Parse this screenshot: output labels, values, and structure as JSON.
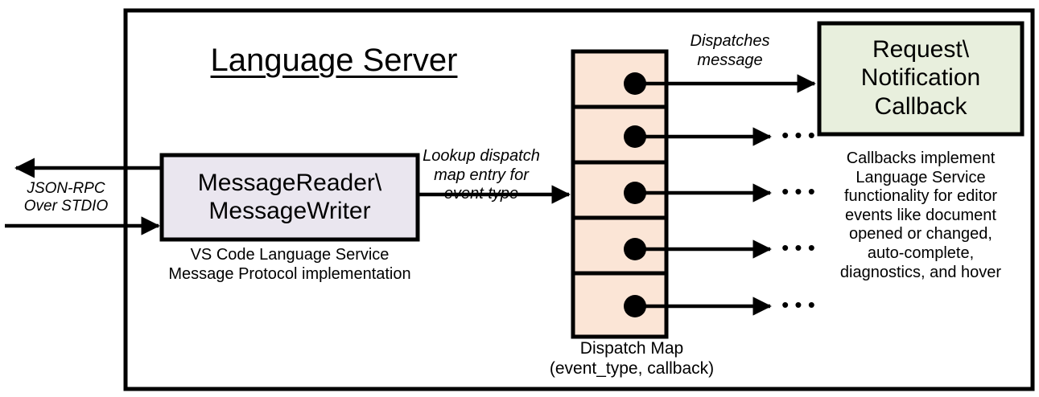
{
  "diagram": {
    "title": "Language Server",
    "outer_border_color": "#000000",
    "background": "#ffffff"
  },
  "nodes": {
    "message_reader": {
      "label": "MessageReader\\\nMessageWriter",
      "caption": "VS Code Language Service\nMessage Protocol implementation",
      "fill": "#EAE6EF",
      "stroke": "#000000"
    },
    "dispatch_map": {
      "caption": "Dispatch Map\n(event_type, callback)",
      "fill": "#FBE5D6",
      "stroke": "#000000",
      "row_count": 5,
      "rows": [
        {
          "index": 1,
          "marker": "callback-dot",
          "target": "request-notification-callback"
        },
        {
          "index": 2,
          "marker": "callback-dot",
          "target": "ellipsis"
        },
        {
          "index": 3,
          "marker": "callback-dot",
          "target": "ellipsis"
        },
        {
          "index": 4,
          "marker": "callback-dot",
          "target": "ellipsis"
        },
        {
          "index": 5,
          "marker": "callback-dot",
          "target": "ellipsis"
        }
      ],
      "ellipsis": "• • •"
    },
    "callback": {
      "label": "Request\\\nNotification\nCallback",
      "caption": "Callbacks implement\nLanguage Service\nfunctionality for editor\nevents like document\nopened or changed,\nauto-complete,\ndiagnostics, and hover",
      "fill": "#E8EFDD",
      "stroke": "#000000"
    }
  },
  "edges": {
    "json_rpc": {
      "label": "JSON-RPC\nOver STDIO",
      "style": "italic",
      "direction": "bidirectional"
    },
    "lookup": {
      "label": "Lookup dispatch\nmap entry for\nevent type",
      "style": "italic",
      "direction": "right"
    },
    "dispatches": {
      "label": "Dispatches\nmessage",
      "style": "italic",
      "direction": "right"
    }
  }
}
